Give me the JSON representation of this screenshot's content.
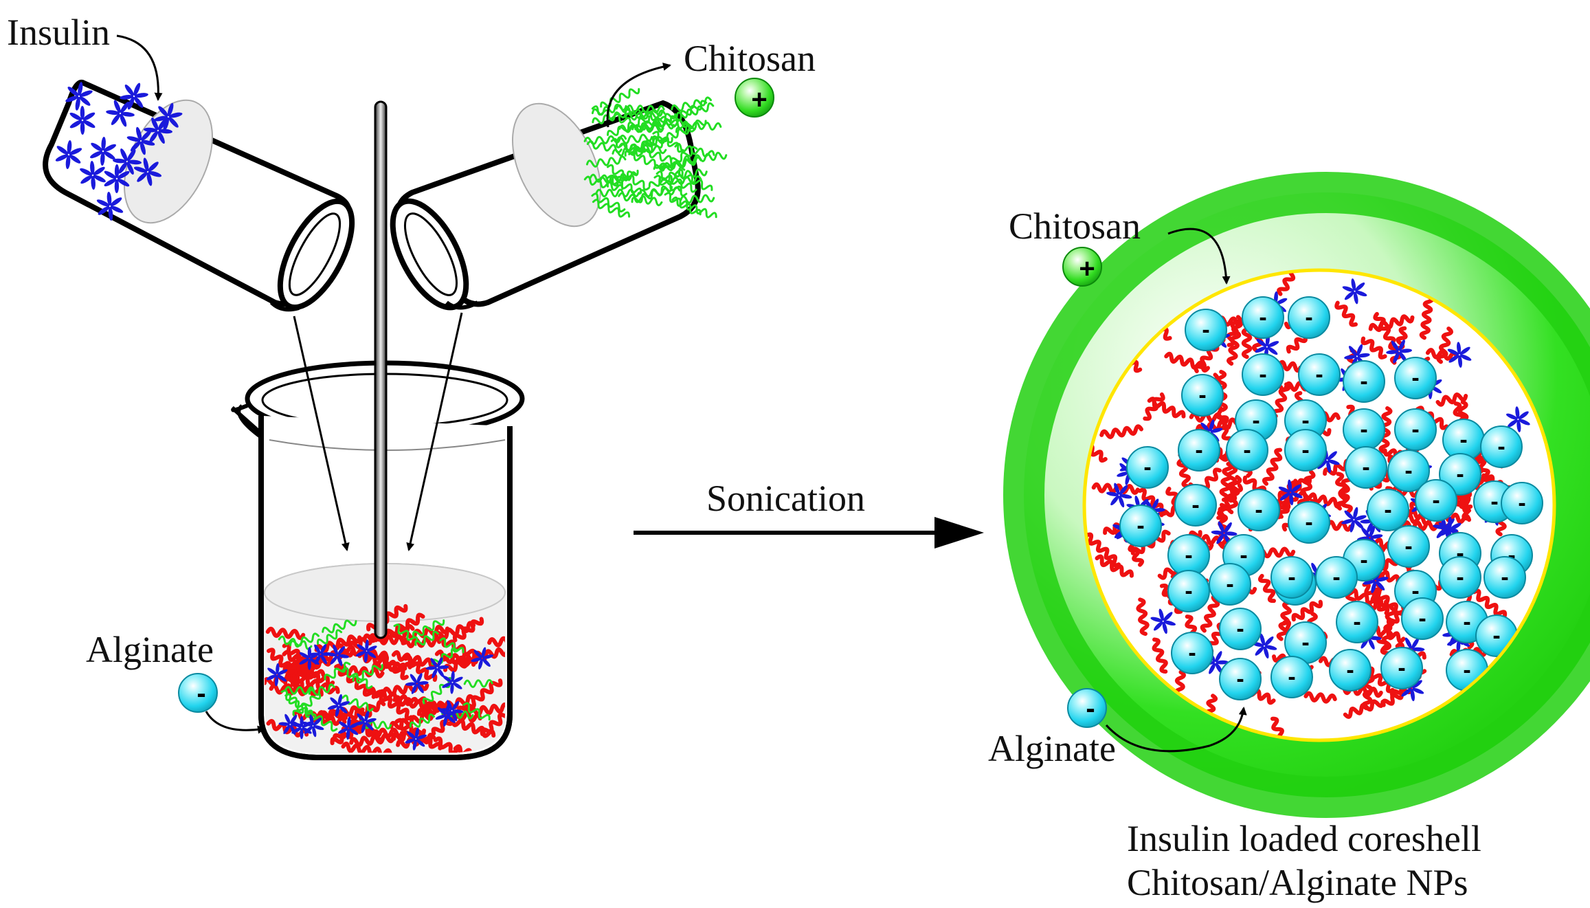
{
  "labels": {
    "insulin": "Insulin",
    "chitosan_top": "Chitosan",
    "chitosan_right": "Chitosan",
    "alginate_left": "Alginate",
    "alginate_right": "Alginate",
    "sonication": "Sonication"
  },
  "caption": {
    "line1": "Insulin loaded coreshell",
    "line2": "Chitosan/Alginate NPs"
  },
  "signs": {
    "positive": "+",
    "negative": "-"
  },
  "colors": {
    "insulin": "#1a1adb",
    "chitosan": "#22dd22",
    "alginate": "#ee1111",
    "bead": "#22d4ee",
    "shell": "#22dd11",
    "core_border": "#ffe600"
  }
}
